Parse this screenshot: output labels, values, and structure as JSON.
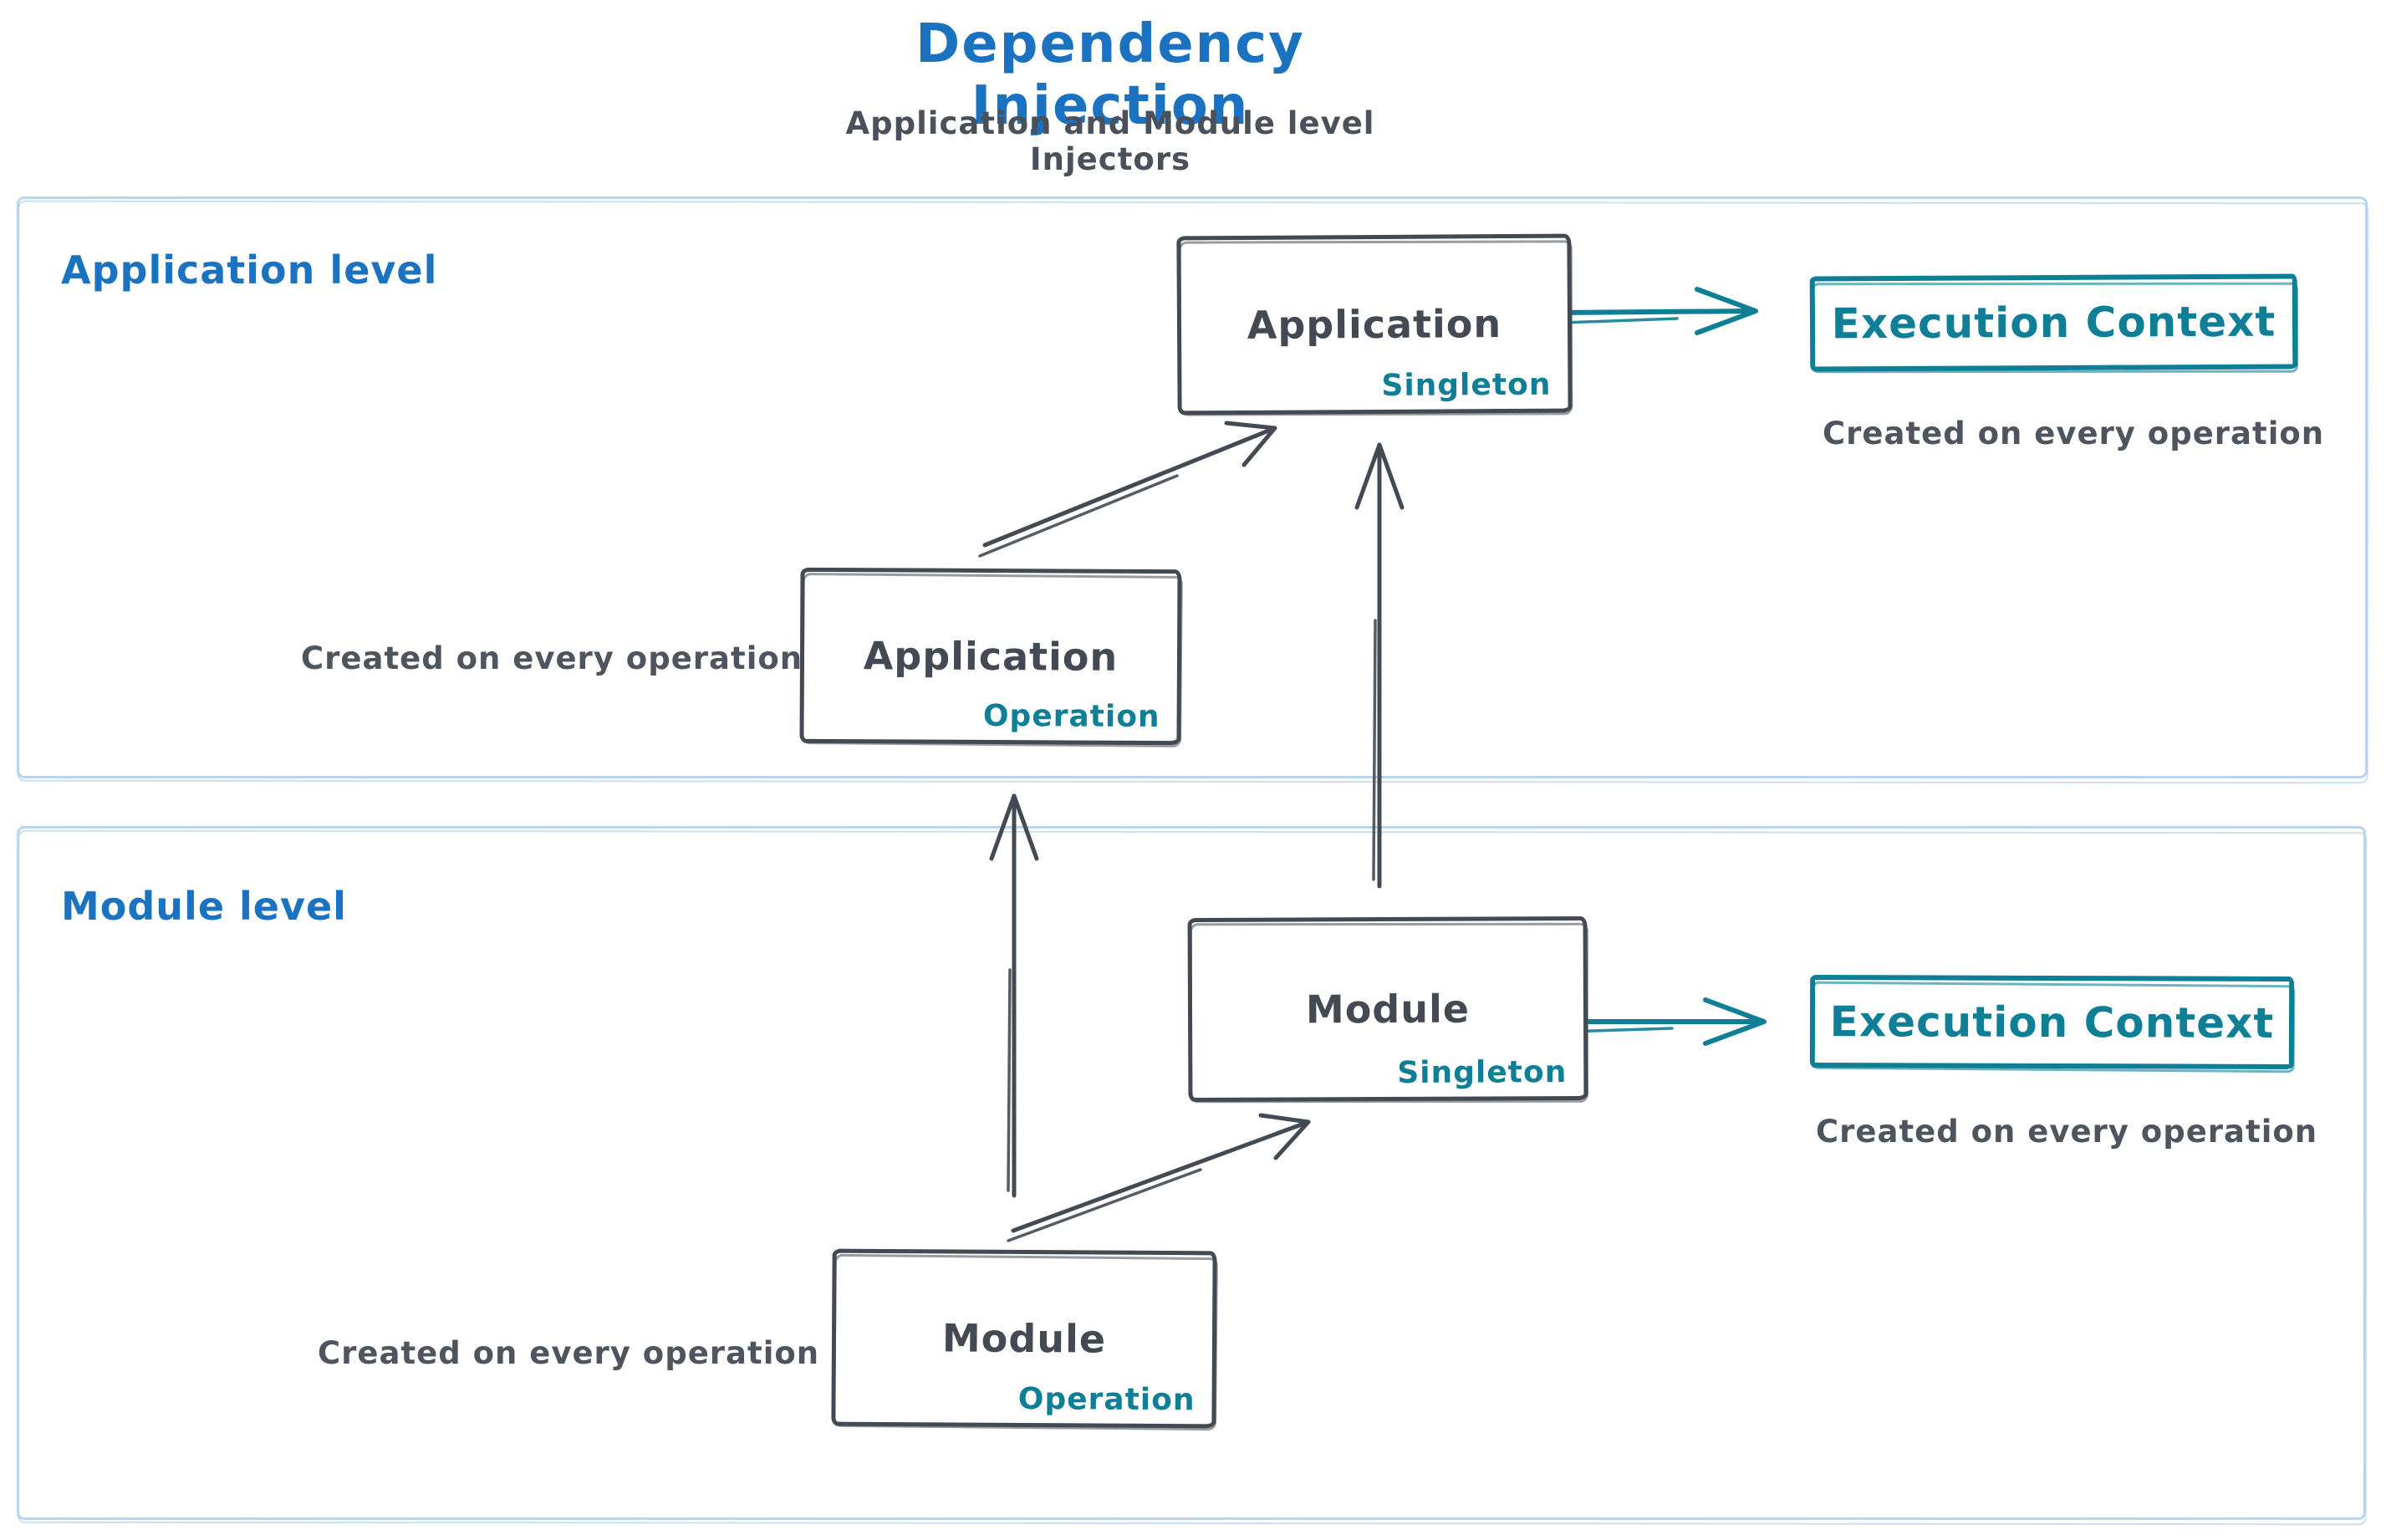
{
  "title": "Dependency Injection",
  "subtitle": "Application and Module level Injectors",
  "colors": {
    "title_blue": "#1b72c1",
    "stroke_dark": "#434a53",
    "teal": "#0e7f96",
    "caption_gray": "#4e555e",
    "section_border": "#b9d4ee",
    "background": "#ffffff"
  },
  "sections": {
    "application": {
      "label": "Application level"
    },
    "module": {
      "label": "Module level"
    }
  },
  "nodes": {
    "app_singleton": {
      "title": "Application",
      "badge": "Singleton"
    },
    "app_operation": {
      "title": "Application",
      "badge": "Operation"
    },
    "app_execution_context": {
      "label": "Execution Context",
      "caption": "Created on every operation"
    },
    "app_operation_caption": "Created on every operation",
    "module_singleton": {
      "title": "Module",
      "badge": "Singleton"
    },
    "module_operation": {
      "title": "Module",
      "badge": "Operation"
    },
    "module_execution_context": {
      "label": "Execution Context",
      "caption": "Created on every operation"
    },
    "module_operation_caption": "Created on every operation"
  },
  "arrows": [
    {
      "from": "app_operation",
      "to": "app_singleton",
      "color": "#434a53"
    },
    {
      "from": "module_singleton",
      "to": "app_singleton",
      "color": "#434a53"
    },
    {
      "from": "app_singleton",
      "to": "app_execution_context",
      "color": "#0e7f96"
    },
    {
      "from": "module_singleton",
      "to": "module_execution_context",
      "color": "#0e7f96"
    },
    {
      "from": "module_operation",
      "to": "module_singleton",
      "color": "#434a53"
    },
    {
      "from": "module_operation",
      "to": "app_operation",
      "color": "#434a53"
    }
  ]
}
